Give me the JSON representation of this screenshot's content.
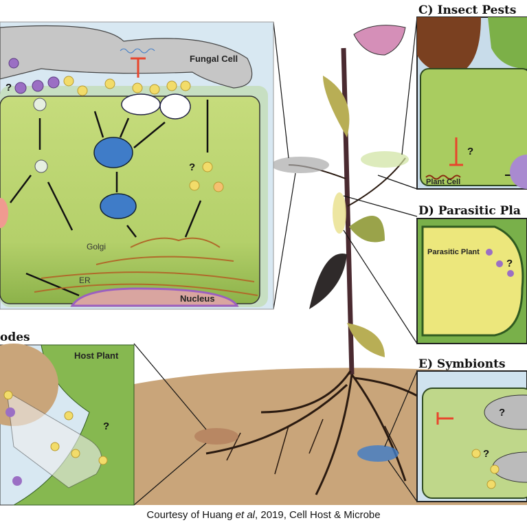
{
  "panels": {
    "fungi": {
      "fungal_cell": "Fungal Cell",
      "golgi": "Golgi",
      "er": "ER",
      "nucleus": "Nucleus"
    },
    "nematodes": {
      "title": "odes",
      "host_plant": "Host Plant"
    },
    "insects": {
      "title": "C) Insect Pests",
      "plant_cell": "Plant Cell"
    },
    "parasitic": {
      "title": "D) Parasitic Pla",
      "parasitic_plant": "Parasitic Plant"
    },
    "symbionts": {
      "title": "E) Symbionts"
    }
  },
  "question_mark": "?",
  "caption": {
    "prefix": "Courtesy of  Huang ",
    "italic": "et al",
    "suffix": ", 2019, Cell Host & Microbe"
  },
  "colors": {
    "plant_cell": "#b9d36a",
    "fungal": "#c8c8c8",
    "ground": "#c9a57a",
    "inhibit": "#e8452c",
    "vesicle_blue": "#3f7cc8",
    "sRNA_particle": "#f2dc6a",
    "purple_particle": "#8e5bb5"
  }
}
